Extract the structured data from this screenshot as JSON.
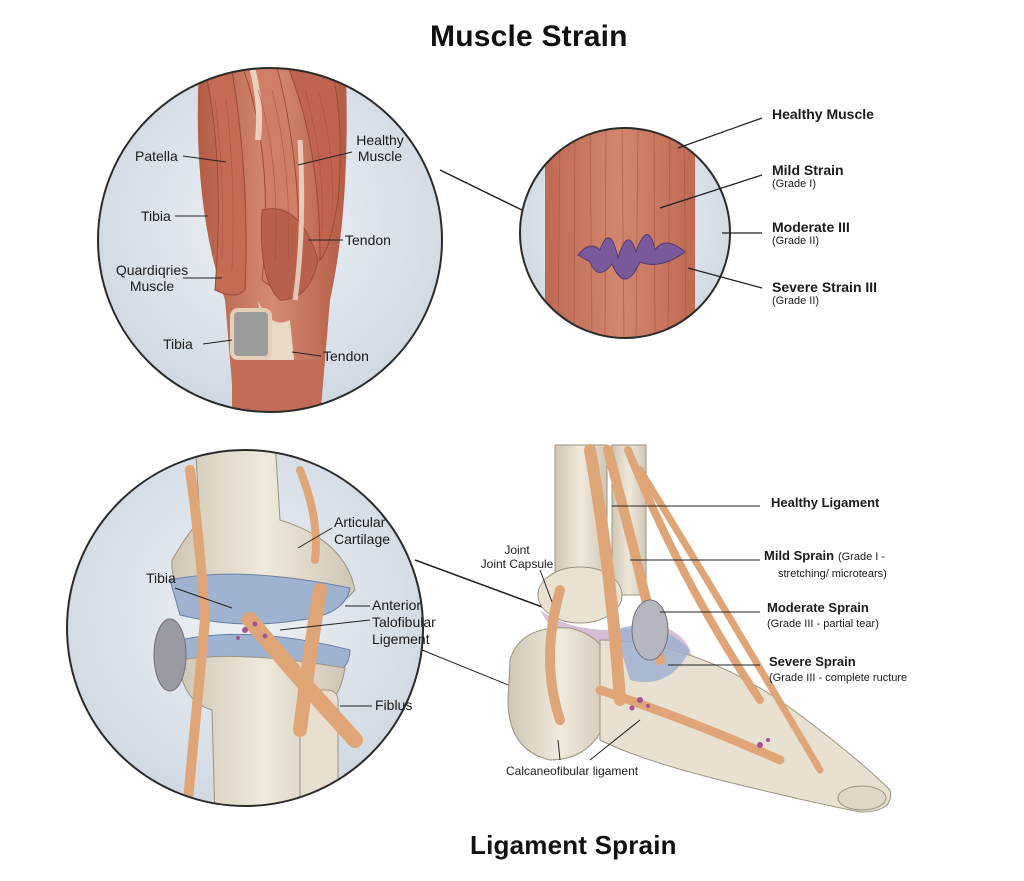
{
  "muscle_section": {
    "title": "Muscle Strain",
    "leg_labels": {
      "patella": "Patella",
      "tibia_upper": "Tibia",
      "quadriceps_line1": "Quardiqries",
      "quadriceps_line2": "Muscle",
      "tibia_lower": "Tibia",
      "healthy_muscle_line1": "Healthy",
      "healthy_muscle_line2": "Muscle",
      "tendon_upper": "Tendon",
      "tendon_lower": "Tendon"
    },
    "strain_stages": [
      {
        "name": "Healthy Muscle",
        "grade": ""
      },
      {
        "name": "Mild Strain",
        "grade": "(Grade I)"
      },
      {
        "name": "Moderate III",
        "grade": "(Grade II)"
      },
      {
        "name": "Severe Strain III",
        "grade": "(Grade II)"
      }
    ]
  },
  "ligament_section": {
    "title": "Ligament Sprain",
    "knee_labels": {
      "articular_line1": "Articular",
      "articular_line2": "Cartilage",
      "tibia": "Tibia",
      "anterior_line1": "Anterior",
      "anterior_line2": "Talofibular",
      "anterior_line3": "Ligement",
      "fiblus": "Fiblus"
    },
    "ankle_labels": {
      "joint_line1": "Joint",
      "joint_line2": "Joint Capsule",
      "calcaneofibular": "Calcaneofibular ligament"
    },
    "sprain_stages": [
      {
        "name": "Healthy Ligament",
        "desc_line1": "",
        "desc_line2": ""
      },
      {
        "name": "Mild Sprain",
        "desc_line1": "(Grade I -",
        "desc_line2": "stretching/ microtears)"
      },
      {
        "name": "Moderate Sprain",
        "desc_line1": "(Grade III - partial tear)",
        "desc_line2": ""
      },
      {
        "name": "Severe Sprain",
        "desc_line1": "(Grade III - complete ructure",
        "desc_line2": ""
      }
    ]
  },
  "colors": {
    "muscle": "#c8715a",
    "muscle_dark": "#a4503c",
    "tendon": "#e9d8c4",
    "bone": "#e4dccd",
    "cartilage": "#9fb2cf",
    "ligament": "#e0a577",
    "bruise": "#7a5a9c",
    "circle_bg": "#dfe6ee"
  }
}
